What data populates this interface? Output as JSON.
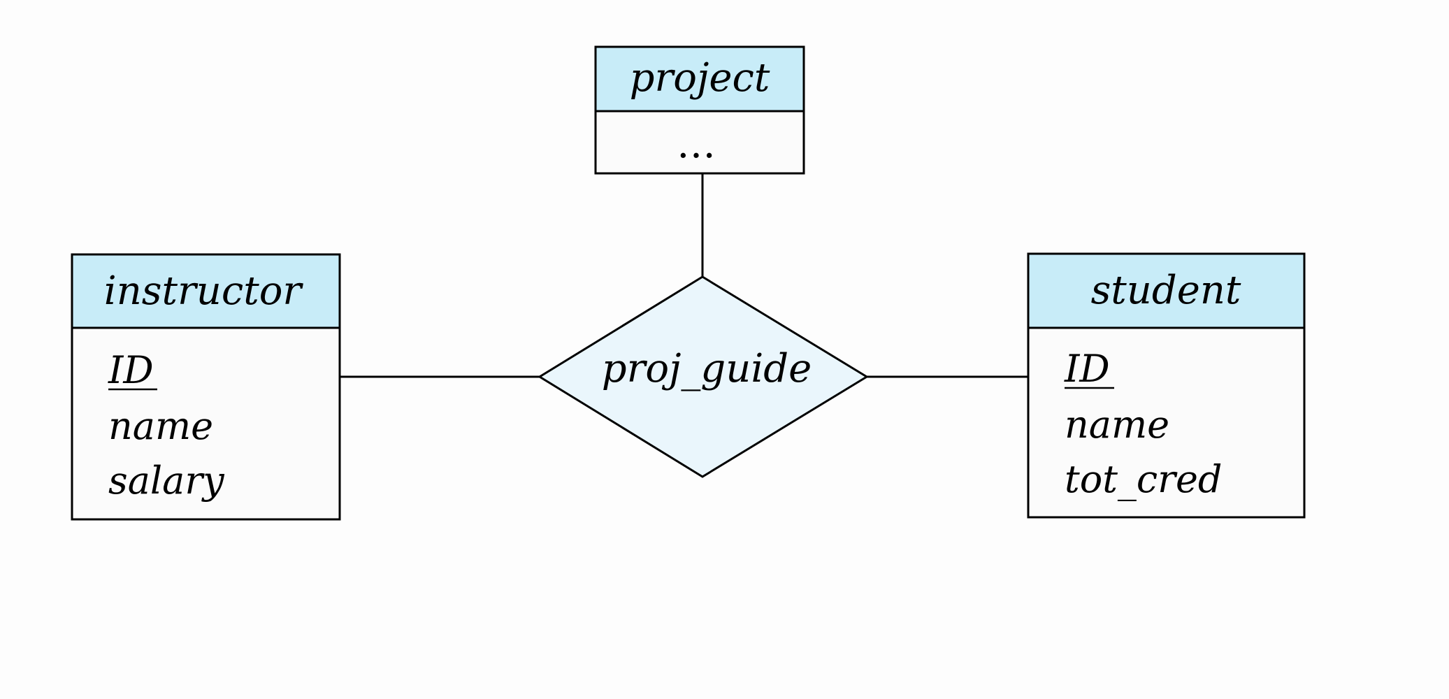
{
  "colors": {
    "entity_header_fill": "#c8ecf8",
    "entity_body_fill": "#fbfbfb",
    "relationship_fill": "#eaf6fc",
    "stroke": "#000000"
  },
  "entities": {
    "project": {
      "name": "project",
      "attributes": [
        "…"
      ]
    },
    "instructor": {
      "name": "instructor",
      "attributes": [
        {
          "text": "ID",
          "primary_key": true
        },
        {
          "text": "name",
          "primary_key": false
        },
        {
          "text": "salary",
          "primary_key": false
        }
      ]
    },
    "student": {
      "name": "student",
      "attributes": [
        {
          "text": "ID",
          "primary_key": true
        },
        {
          "text": "name",
          "primary_key": false
        },
        {
          "text": "tot_cred",
          "primary_key": false
        }
      ]
    }
  },
  "relationship": {
    "name": "proj_guide",
    "connects": [
      "instructor",
      "student",
      "project"
    ]
  }
}
